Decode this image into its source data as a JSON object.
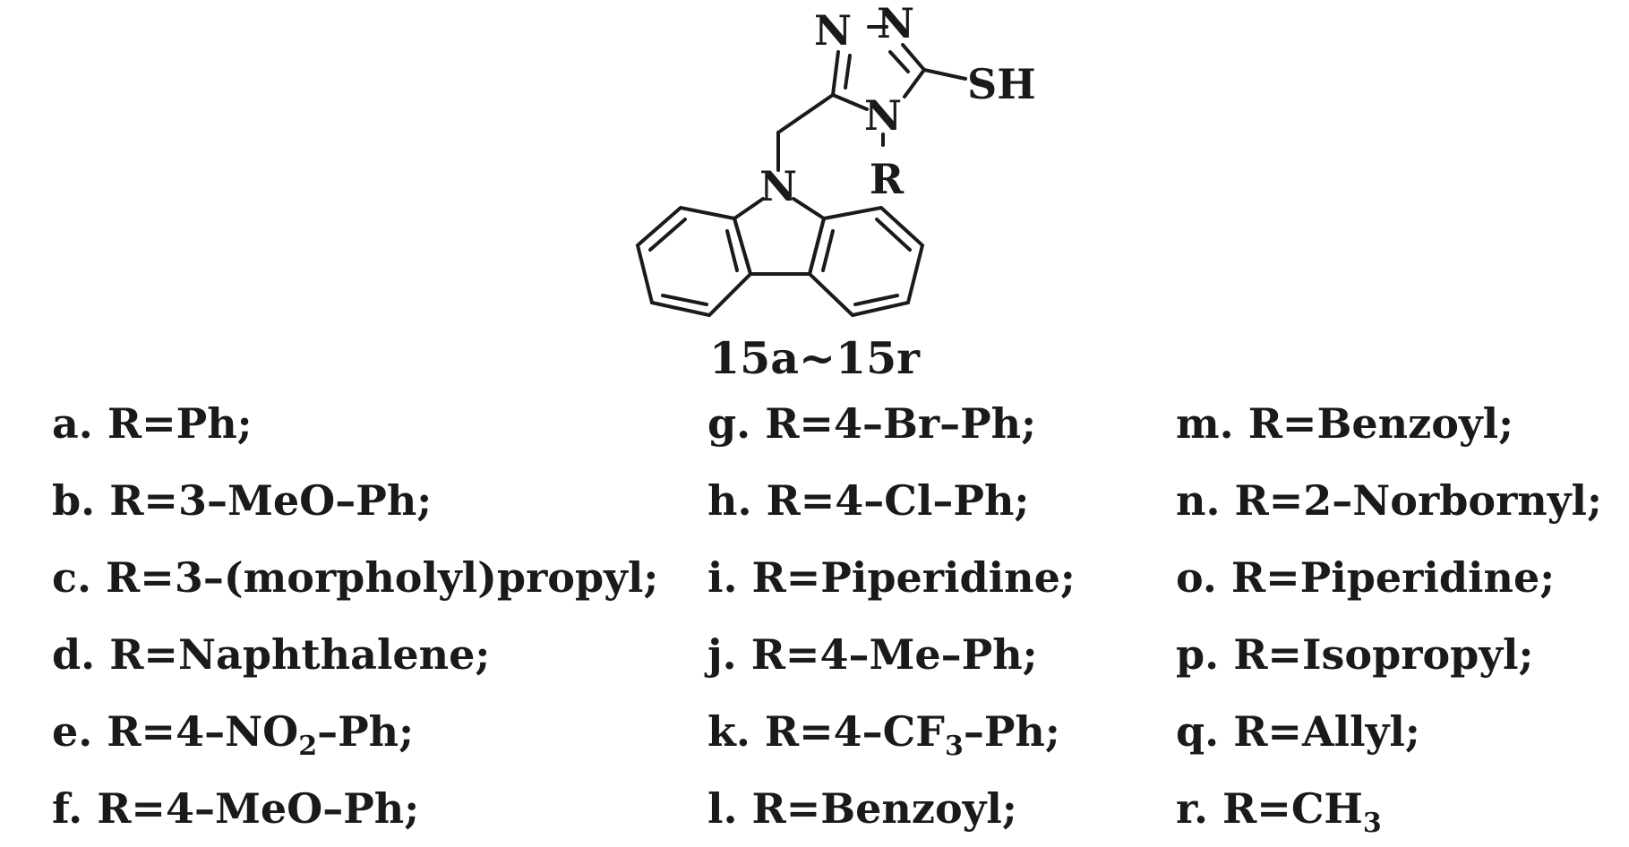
{
  "structure": {
    "atoms": {
      "triazole_n1": "N",
      "triazole_n2": "N",
      "triazole_n4": "N",
      "thiol": "SH",
      "substituent": "R",
      "carbazole_n": "N"
    }
  },
  "compound_range": "15a~15r",
  "legend": [
    [
      {
        "letter": "a.",
        "text": "R=Ph;"
      },
      {
        "letter": "b.",
        "text": "R=3–MeO–Ph;"
      },
      {
        "letter": "c.",
        "text": "R=3–(morpholyl)propyl;"
      },
      {
        "letter": "d.",
        "text": "R=Naphthalene;"
      },
      {
        "letter": "e.",
        "text_before": "R=4–NO",
        "subscript": "2",
        "text_after": "–Ph;"
      },
      {
        "letter": "f.",
        "text": "R=4–MeO–Ph;"
      }
    ],
    [
      {
        "letter": "g.",
        "text": "R=4–Br–Ph;"
      },
      {
        "letter": "h.",
        "text": "R=4–Cl–Ph;"
      },
      {
        "letter": "i.",
        "text": "R=Piperidine;"
      },
      {
        "letter": "j.",
        "text": "R=4–Me–Ph;"
      },
      {
        "letter": "k.",
        "text_before": "R=4–CF",
        "subscript": "3",
        "text_after": "–Ph;"
      },
      {
        "letter": "l.",
        "text": "R=Benzoyl;"
      }
    ],
    [
      {
        "letter": "m.",
        "text": "R=Benzoyl;"
      },
      {
        "letter": "n.",
        "text": "R=2–Norbornyl;"
      },
      {
        "letter": "o.",
        "text": "R=Piperidine;"
      },
      {
        "letter": "p.",
        "text": "R=Isopropyl;"
      },
      {
        "letter": "q.",
        "text": "R=Allyl;"
      },
      {
        "letter": "r.",
        "text_before": "R=CH",
        "subscript": "3",
        "text_after": ""
      }
    ]
  ]
}
